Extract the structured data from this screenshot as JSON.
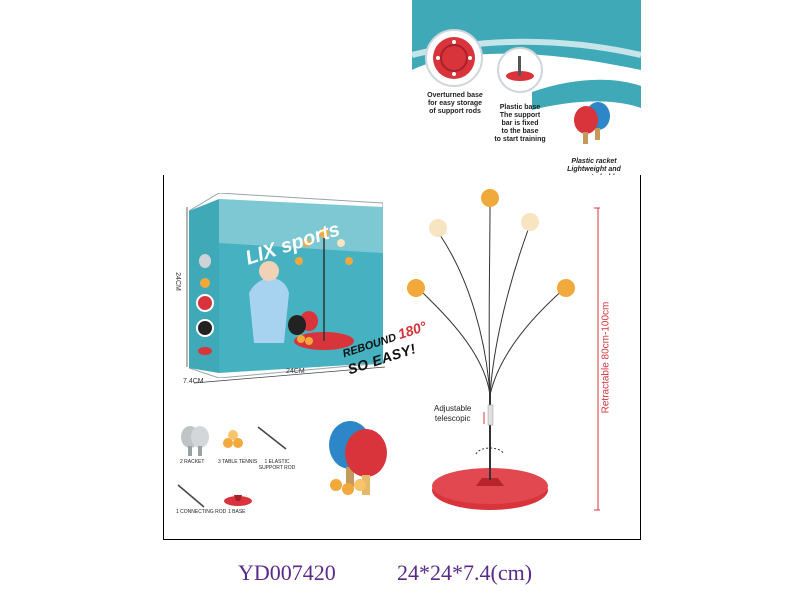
{
  "info_panel": {
    "callouts": [
      "Overturned base\nfor easy storage\nof support rods",
      "Plastic base\nThe support\nbar is fixed\nto the base\nto start training",
      "Plastic racket\nLightweight and\neasy to hold"
    ]
  },
  "box": {
    "brand": "LIX sports",
    "height_label": "24CM",
    "width_label": "24CM",
    "depth_label": "7.4CM"
  },
  "contents": {
    "items": [
      "2 RACKET",
      "3 TABLE TENNIS",
      "1 ELASTIC SUPPORT ROD",
      "1 CONNECTING ROD",
      "1 BASE"
    ]
  },
  "rebound": {
    "line1": "REBOUND ",
    "degrees": "180°",
    "line2": "SO EASY!"
  },
  "adjustable": "Adjustable\ntelescopic",
  "retractable": "Retractable 80cm-100cm",
  "footer": {
    "code": "YD007420",
    "size": "24*24*7.4(cm)"
  },
  "colors": {
    "teal": "#3fa9b8",
    "red": "#d9343c",
    "ball": "#f2a93b",
    "blue": "#2c86c8",
    "footer_text": "#5a2a8a"
  }
}
